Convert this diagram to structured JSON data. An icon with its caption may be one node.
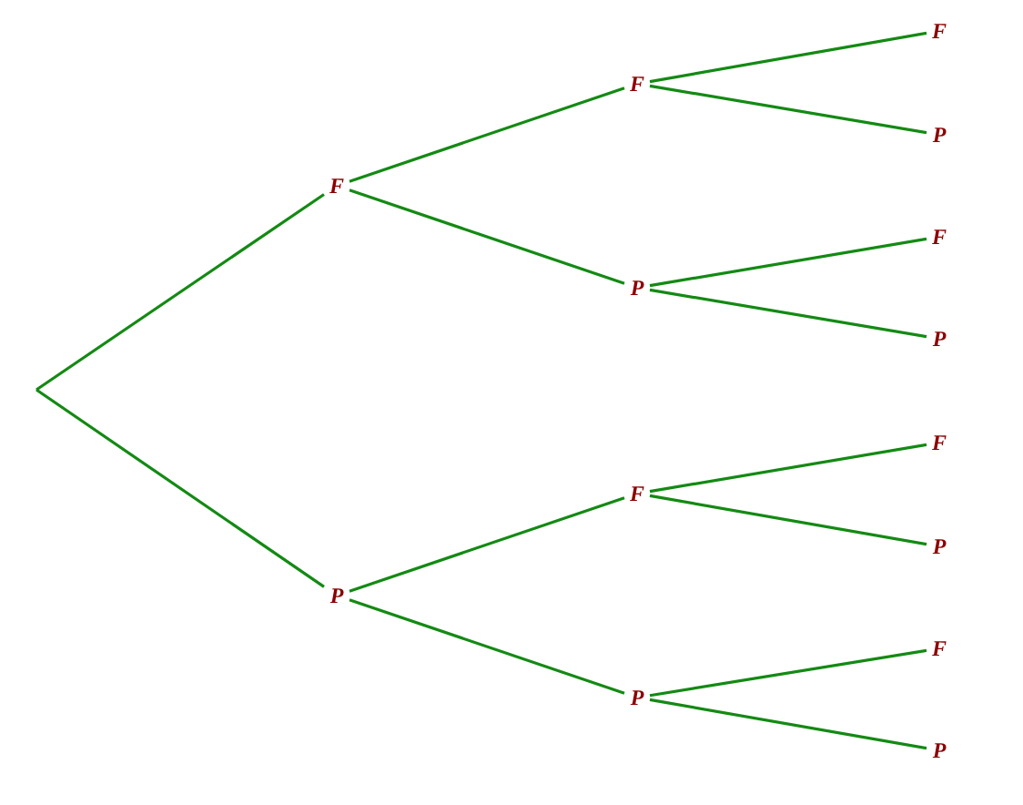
{
  "diagram": {
    "nodes": [
      {
        "text": [
          "F"
        ]
      },
      {
        "text": [
          "P"
        ]
      },
      {
        "text": [
          "F"
        ]
      },
      {
        "text": [
          "P"
        ]
      },
      {
        "text": [
          "F"
        ]
      },
      {
        "text": [
          "P"
        ]
      },
      {
        "text": [
          "F"
        ]
      },
      {
        "text": [
          "P"
        ]
      },
      {
        "text": [
          "F"
        ]
      },
      {
        "text": [
          "P"
        ]
      },
      {
        "text": [
          "F"
        ]
      },
      {
        "text": [
          "P"
        ]
      },
      {
        "text": [
          "F"
        ]
      },
      {
        "text": [
          "P"
        ]
      }
    ],
    "edges": [
      {
        "from": null,
        "to": 0,
        "arrow": "none"
      },
      {
        "from": null,
        "to": 1,
        "arrow": "none"
      },
      {
        "from": 0,
        "to": 2,
        "arrow": "none"
      },
      {
        "from": 0,
        "to": 3,
        "arrow": "none"
      },
      {
        "from": 1,
        "to": 4,
        "arrow": "none"
      },
      {
        "from": 1,
        "to": 5,
        "arrow": "none"
      },
      {
        "from": 2,
        "to": 6,
        "arrow": "none"
      },
      {
        "from": 2,
        "to": 7,
        "arrow": "none"
      },
      {
        "from": 3,
        "to": 8,
        "arrow": "none"
      },
      {
        "from": 3,
        "to": 9,
        "arrow": "none"
      },
      {
        "from": 4,
        "to": 10,
        "arrow": "none"
      },
      {
        "from": 4,
        "to": 11,
        "arrow": "none"
      },
      {
        "from": 5,
        "to": 12,
        "arrow": "none"
      },
      {
        "from": 5,
        "to": 13,
        "arrow": "none"
      }
    ]
  }
}
